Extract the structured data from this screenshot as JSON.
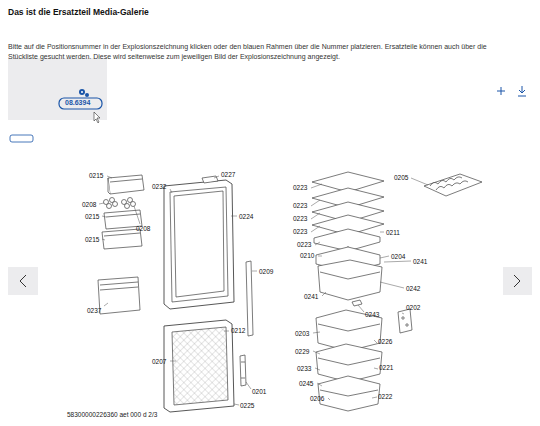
{
  "diagram": {
    "title": "Das ist die Ersatzteil Media-Galerie",
    "caption": "58300000226360 aet 000 d 2/3",
    "labels": [
      "Bitte auf die Positionsnummer in der Explosionszeichnung klicken oder den blauen Rahmen über die Nummer platzieren. Ersatzteile können auch über die Stückliste gesucht werden. Diese wird seitenweise zum jeweiligen Bild der Explosionszeichnung angezeigt.",
      "08.6394",
      "0215",
      "0208",
      "0215",
      "0208",
      "0215",
      "0237",
      "0232",
      "0227",
      "0224",
      "0209",
      "0212",
      "0207",
      "0201",
      "0225",
      "0223",
      "0223",
      "0223",
      "0223",
      "0223",
      "0210",
      "0241",
      "0203",
      "0229",
      "0233",
      "0245",
      "0206",
      "0205",
      "0211",
      "0204",
      "0241",
      "0242",
      "0202",
      "0243",
      "0226",
      "0221",
      "0222"
    ]
  }
}
